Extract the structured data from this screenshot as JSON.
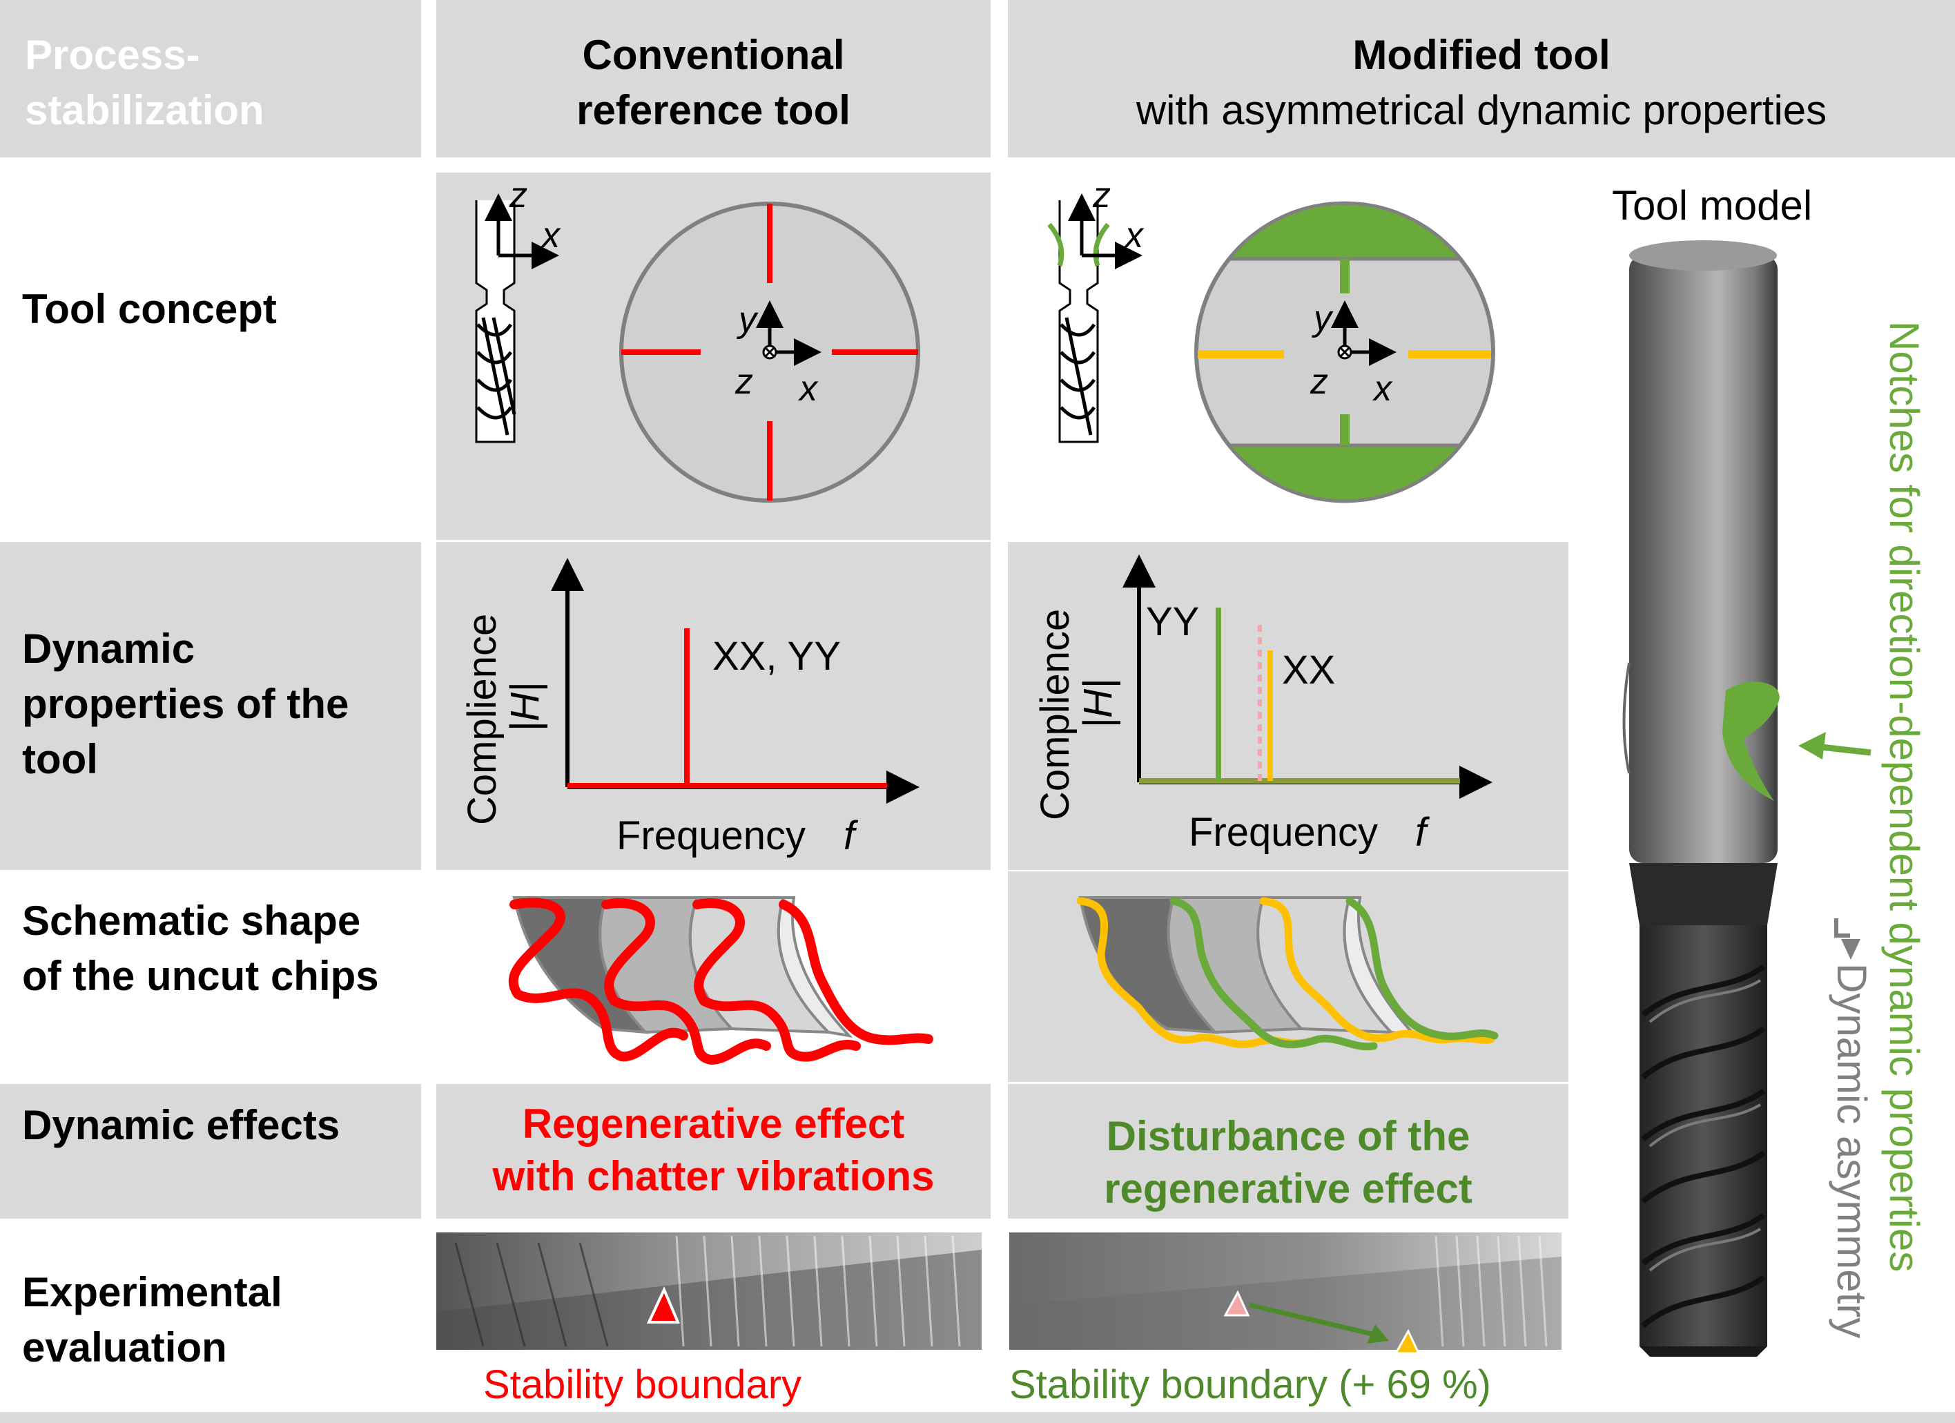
{
  "header": {
    "corner_line1": "Process-",
    "corner_line2": "stabilization",
    "conventional_line1": "Conventional",
    "conventional_line2": "reference tool",
    "modified_line1": "Modified tool",
    "modified_line2": "with asymmetrical dynamic properties"
  },
  "rows": {
    "tool_concept": "Tool concept",
    "dynamic_line1": "Dynamic",
    "dynamic_line2": "properties of the",
    "dynamic_line3": "tool",
    "chips_line1": "Schematic shape",
    "chips_line2": "of the uncut chips",
    "effects": "Dynamic effects",
    "eval_line1": "Experimental",
    "eval_line2": "evaluation"
  },
  "axes": {
    "x": "x",
    "y": "y",
    "z": "z",
    "compliance": "Complience",
    "h": "|H|",
    "frequency": "Frequency",
    "f": "f"
  },
  "conventional": {
    "peak_label": "XX,  YY",
    "effect_line1": "Regenerative effect",
    "effect_line2": "with chatter vibrations",
    "stability": "Stability boundary"
  },
  "modified": {
    "peak_yy": "YY",
    "peak_xx": "XX",
    "effect_line1": "Disturbance of the",
    "effect_line2": "regenerative effect",
    "stability": "Stability boundary (+ 69 %)"
  },
  "tool_model": {
    "title": "Tool model",
    "notches": "Notches for direction-dependent dynamic properties",
    "asymmetry": "Dynamic asymmetry"
  },
  "colors": {
    "red": "#ff0000",
    "green": "#6aaa3a",
    "dark_green": "#4f8a2a",
    "yellow": "#ffc000",
    "gray_cell": "#d9d9d9",
    "text_gray": "#808080"
  }
}
